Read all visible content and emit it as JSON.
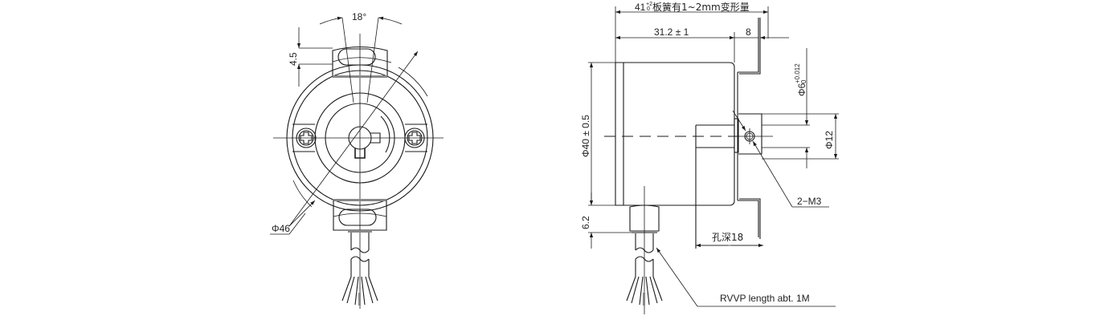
{
  "drawing": {
    "title": "Rotary encoder dimensional drawing",
    "units": "mm",
    "line_color": "#1a1a1a",
    "background": "#ffffff"
  },
  "front_view": {
    "angle_label": "18°",
    "slot_height_label": "4.5",
    "outer_diameter_label": "Φ46"
  },
  "side_view": {
    "overall_length_label": "41",
    "overall_length_tol_upper": "+2",
    "overall_length_tol_lower": "0",
    "overall_length_note": "板簧有1~2mm变形量",
    "body_length_label": "31.2 ± 1",
    "spring_plate_label": "8",
    "body_diameter_label": "Φ40 ± 0.5",
    "shaft_bore_label": "Φ6",
    "shaft_bore_tol_upper": "+0.012",
    "shaft_bore_tol_lower": "0",
    "hub_diameter_label": "Φ12",
    "set_screw_label": "2−M3",
    "cable_gland_label": "6.2",
    "hole_depth_label": "孔深18",
    "cable_label": "RVVP length abt. 1M"
  }
}
